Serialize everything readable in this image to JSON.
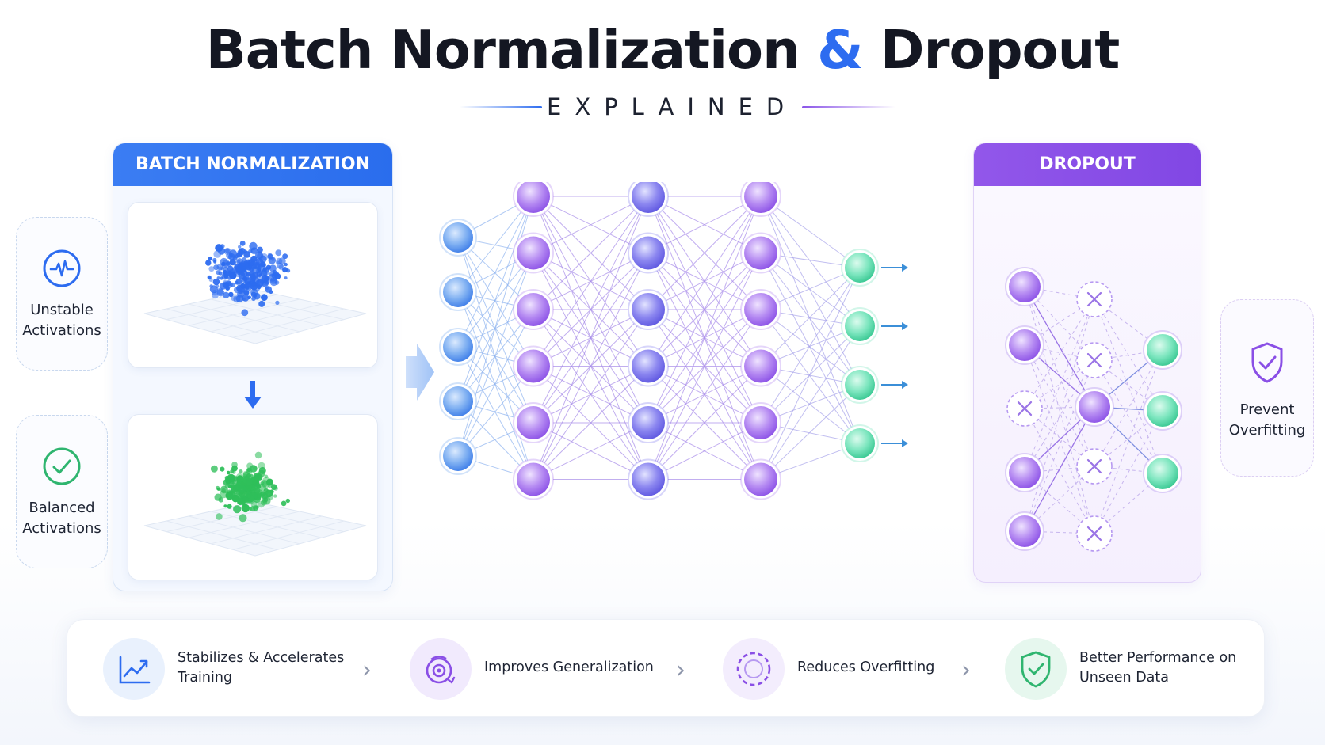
{
  "title": {
    "part1": "Batch Normalization",
    "amp": "&",
    "part2": "Dropout"
  },
  "subtitle": "EXPLAINED",
  "batch_norm": {
    "header": "BATCH NORMALIZATION",
    "unstable_label_1": "Unstable",
    "unstable_label_2": "Activations",
    "balanced_label_1": "Balanced",
    "balanced_label_2": "Activations"
  },
  "dropout": {
    "header": "DROPOUT",
    "prevent_label_1": "Prevent",
    "prevent_label_2": "Overfitting"
  },
  "benefits": [
    {
      "line1": "Stabilizes & Accelerates",
      "line2": "Training",
      "icon": "line-chart-icon"
    },
    {
      "line1": "Improves Generalization",
      "line2": "",
      "icon": "target-icon"
    },
    {
      "line1": "Reduces Overfitting",
      "line2": "",
      "icon": "dashed-circle-icon"
    },
    {
      "line1": "Better Performance on",
      "line2": "Unseen Data",
      "icon": "shield-check-icon"
    }
  ],
  "colors": {
    "blue": "#2d6cf0",
    "purple": "#8a4fe6",
    "green": "#2fc489",
    "teal": "#4fd6a8"
  },
  "network": {
    "layer_sizes": [
      5,
      6,
      6,
      6,
      4
    ],
    "layer_colors": [
      "blue",
      "purple",
      "indigo",
      "purple",
      "teal"
    ]
  },
  "dropout_net": {
    "left_nodes": [
      "active",
      "active",
      "dropped",
      "active",
      "active"
    ],
    "middle_nodes": [
      "dropped",
      "dropped",
      "active",
      "dropped",
      "dropped"
    ],
    "right_nodes": 3
  }
}
